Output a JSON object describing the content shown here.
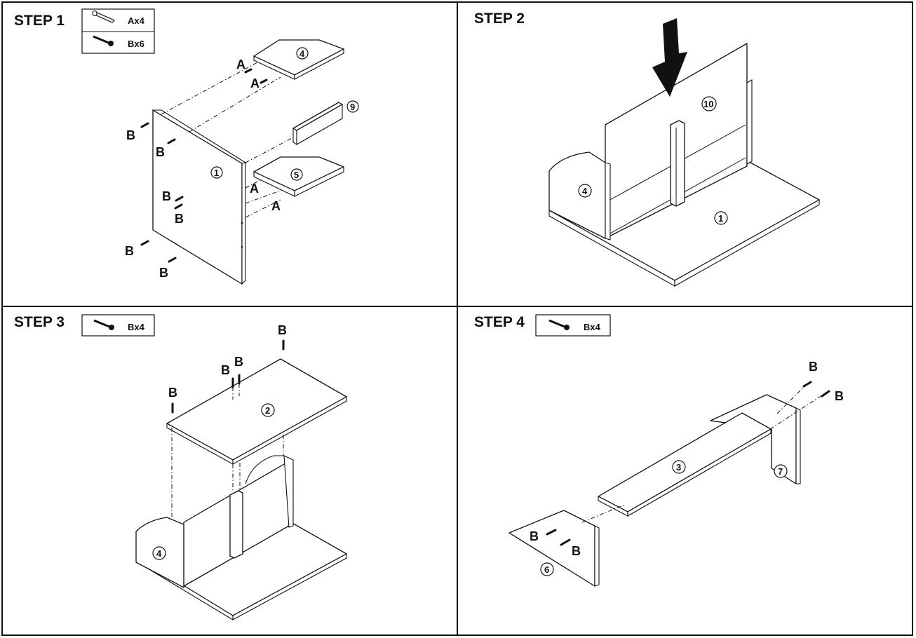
{
  "steps": [
    {
      "title": "STEP 1",
      "hardware": [
        {
          "icon": "dowel-icon",
          "qty": "Ax4"
        },
        {
          "icon": "screw-icon",
          "qty": "Bx6"
        }
      ],
      "part_numbers": {
        "p4": "4",
        "p9": "9",
        "p1": "1",
        "p5": "5"
      },
      "labels": {
        "a": "A",
        "b": "B"
      }
    },
    {
      "title": "STEP 2",
      "part_numbers": {
        "p10": "10",
        "p4": "4",
        "p1": "1"
      }
    },
    {
      "title": "STEP 3",
      "hardware": [
        {
          "icon": "screw-icon",
          "qty": "Bx4"
        }
      ],
      "part_numbers": {
        "p2": "2",
        "p4": "4"
      },
      "labels": {
        "b": "B"
      }
    },
    {
      "title": "STEP 4",
      "hardware": [
        {
          "icon": "screw-icon",
          "qty": "Bx4"
        }
      ],
      "part_numbers": {
        "p3": "3",
        "p7": "7",
        "p6": "6"
      },
      "labels": {
        "b": "B"
      }
    }
  ]
}
